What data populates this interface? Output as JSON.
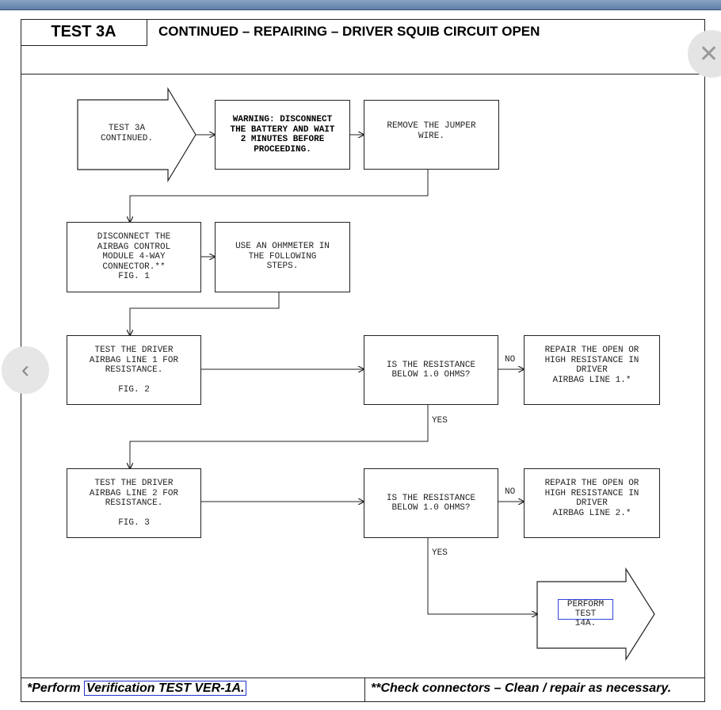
{
  "header": {
    "test_label": "TEST 3A",
    "title": "CONTINUED – REPAIRING – DRIVER SQUIB CIRCUIT OPEN"
  },
  "flow": {
    "start": "TEST 3A\nCONTINUED.",
    "warning": "WARNING: DISCONNECT\nTHE BATTERY AND WAIT\n2 MINUTES BEFORE\nPROCEEDING.",
    "remove_jumper": "REMOVE THE JUMPER\nWIRE.",
    "disconnect": "DISCONNECT THE\nAIRBAG CONTROL\nMODULE 4-WAY\nCONNECTOR.**\nFIG. 1",
    "ohmmeter": "USE AN OHMMETER IN\nTHE FOLLOWING\nSTEPS.",
    "test_line1": "TEST THE DRIVER\nAIRBAG LINE 1 FOR\nRESISTANCE.",
    "fig2": "FIG. 2",
    "question1": "IS THE RESISTANCE\nBELOW 1.0 OHMS?",
    "repair1": "REPAIR THE OPEN OR\nHIGH RESISTANCE IN\nDRIVER\nAIRBAG LINE 1.*",
    "test_line2": "TEST THE DRIVER\nAIRBAG LINE 2 FOR\nRESISTANCE.",
    "fig3": "FIG. 3",
    "question2": "IS THE RESISTANCE\nBELOW 1.0 OHMS?",
    "repair2": "REPAIR THE OPEN OR\nHIGH RESISTANCE IN\nDRIVER\nAIRBAG LINE 2.*",
    "perform": "PERFORM TEST\n14A.",
    "no1": "NO",
    "no2": "NO",
    "yes1": "YES",
    "yes2": "YES"
  },
  "footer": {
    "left_prefix": "*Perform ",
    "left_link": "Verification TEST VER-1A.",
    "right": "**Check connectors – Clean / repair as necessary."
  },
  "nav": {
    "prev_icon": "chevron-left-icon",
    "close_icon": "close-icon"
  }
}
